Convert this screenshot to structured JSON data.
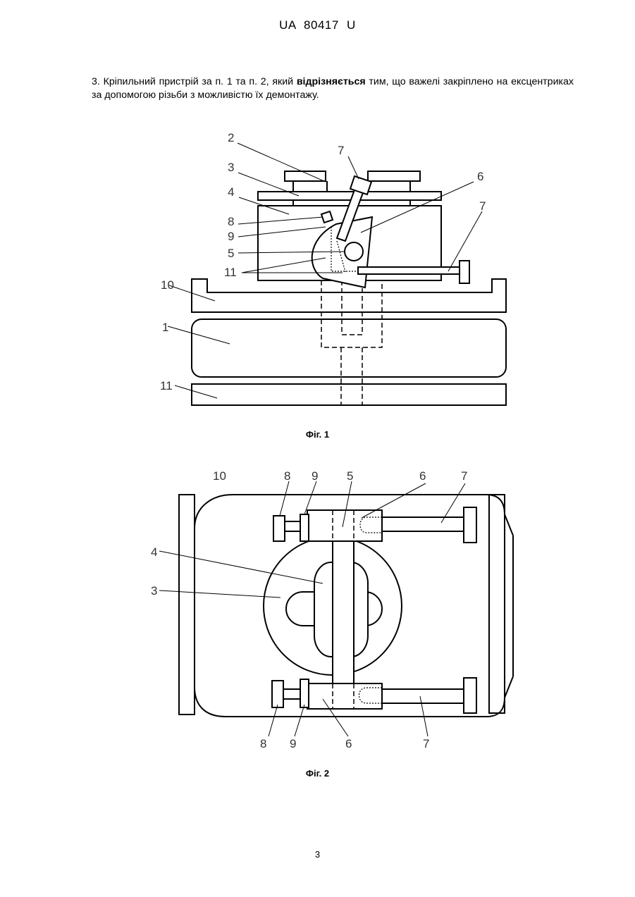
{
  "header": "UA   80417   U",
  "claim": {
    "before": "3. Кріпильний пристрій за п. 1 та п. 2, який ",
    "bold": "відрізняється",
    "after": " тим, що важелі закріплено на ексцентриках за допомогою різьби з можливістю їх демонтажу."
  },
  "fig1": {
    "caption": "Фіг. 1",
    "labels": {
      "l2": "2",
      "l7a": "7",
      "l3": "3",
      "l6": "6",
      "l4": "4",
      "l7b": "7",
      "l8": "8",
      "l9": "9",
      "l5": "5",
      "l11a": "11",
      "l10": "10",
      "l1": "1",
      "l11b": "11"
    }
  },
  "fig2": {
    "caption": "Фіг. 2",
    "labels": {
      "l10": "10",
      "l8t": "8",
      "l9t": "9",
      "l5": "5",
      "l6t": "6",
      "l7t": "7",
      "l4": "4",
      "l3": "3",
      "l8b": "8",
      "l9b": "9",
      "l6b": "6",
      "l7b": "7"
    }
  },
  "page_number": "3"
}
